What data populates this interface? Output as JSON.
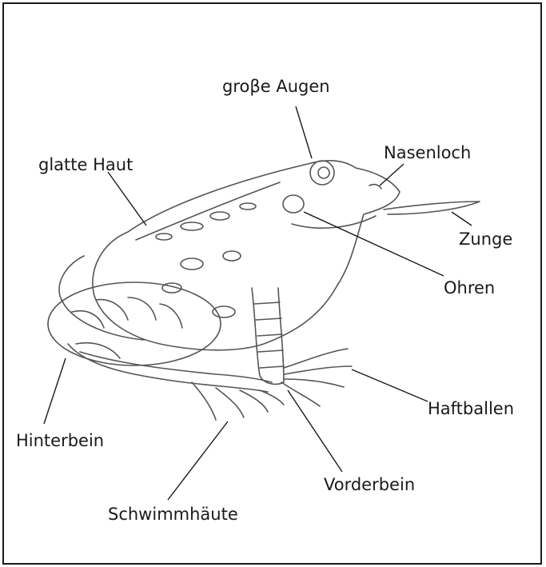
{
  "labels": {
    "augen": "groβe Augen",
    "nasenloch": "Nasenloch",
    "haut": "glatte Haut",
    "zunge": "Zunge",
    "ohren": "Ohren",
    "haftballen": "Haftballen",
    "hinterbein": "Hinterbein",
    "vorderbein": "Vorderbein",
    "schwimmhaeute": "Schwimmhäute"
  },
  "colors": {
    "line": "#1a1a1a",
    "frog_outline": "#555555"
  }
}
